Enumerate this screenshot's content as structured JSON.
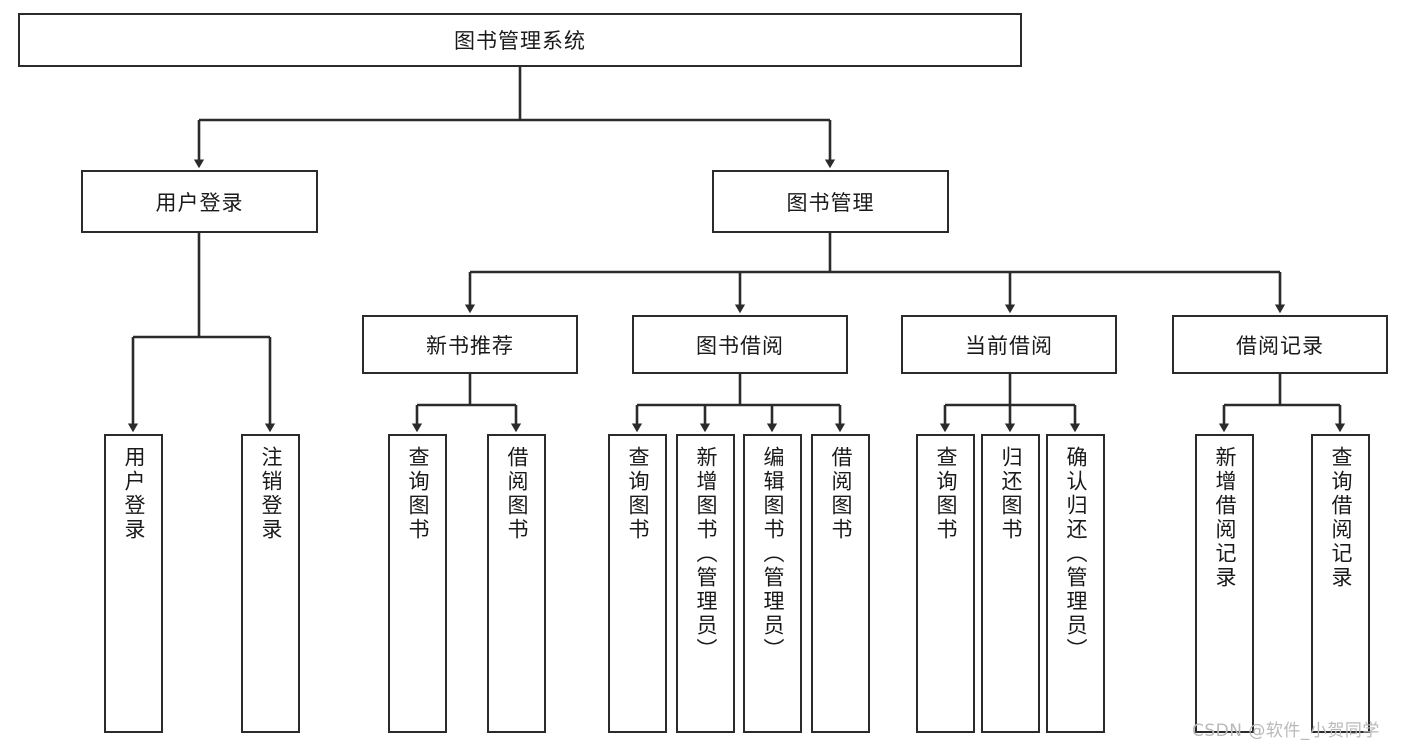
{
  "diagram": {
    "type": "tree-hierarchy-chart",
    "title": "图书管理系统",
    "orientation": "top-down",
    "colors": {
      "box_border": "#2b2b2b",
      "box_fill": "#ffffff",
      "connector": "#2b2b2b",
      "text": "#1a1a1a",
      "watermark": "#b9b9b9",
      "background": "#ffffff"
    },
    "root": {
      "label": "图书管理系统"
    },
    "level2": [
      {
        "label": "用户登录"
      },
      {
        "label": "图书管理"
      }
    ],
    "level3": [
      {
        "label": "新书推荐"
      },
      {
        "label": "图书借阅"
      },
      {
        "label": "当前借阅"
      },
      {
        "label": "借阅记录"
      }
    ],
    "leaves": {
      "user_login": [
        {
          "label": "用户登录"
        },
        {
          "label": "注销登录"
        }
      ],
      "new_book_recommend": [
        {
          "label": "查询图书"
        },
        {
          "label": "借阅图书"
        }
      ],
      "book_borrow": [
        {
          "label": "查询图书"
        },
        {
          "label": "新增图书（管理员）"
        },
        {
          "label": "编辑图书（管理员）"
        },
        {
          "label": "借阅图书"
        }
      ],
      "current_borrow": [
        {
          "label": "查询图书"
        },
        {
          "label": "归还图书"
        },
        {
          "label": "确认归还（管理员）"
        }
      ],
      "borrow_record": [
        {
          "label": "新增借阅记录"
        },
        {
          "label": "查询借阅记录"
        }
      ]
    },
    "watermark": "CSDN @软件_小贺同学"
  }
}
